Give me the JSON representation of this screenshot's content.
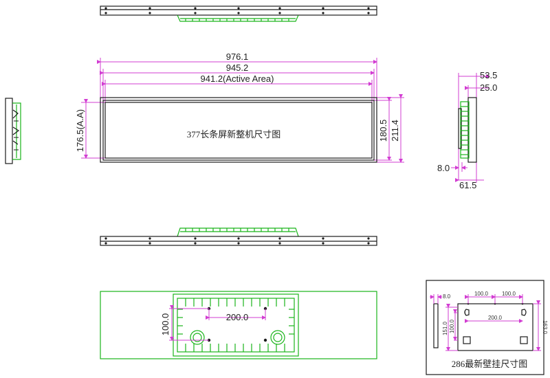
{
  "colors": {
    "outline": "#1a1a1a",
    "dimension": "#d23cd2",
    "board": "#19b419"
  },
  "main_view": {
    "title": "377长条屏新整机尺寸图",
    "overall_width": "976.1",
    "bezel_width": "945.2",
    "active_width": "941.2(Active Area)",
    "active_height": "176.5(A.A)",
    "bezel_height": "180.5",
    "overall_height": "211.4"
  },
  "side_view": {
    "total_depth": "53.5",
    "body_depth": "25.0",
    "bezel_thickness": "8.0",
    "depth_bottom": "61.5"
  },
  "rear_view": {
    "hole_spacing_h": "200.0",
    "hole_spacing_v": "100.0"
  },
  "wall_mount": {
    "title": "286最新壁挂尺寸图",
    "thickness": "8.0",
    "top_spacing_left": "100.0",
    "top_spacing_right": "100.0",
    "center_spacing": "200.0",
    "left_spacing": "100.0",
    "left_height": "151.0",
    "right_height": "163.0"
  }
}
